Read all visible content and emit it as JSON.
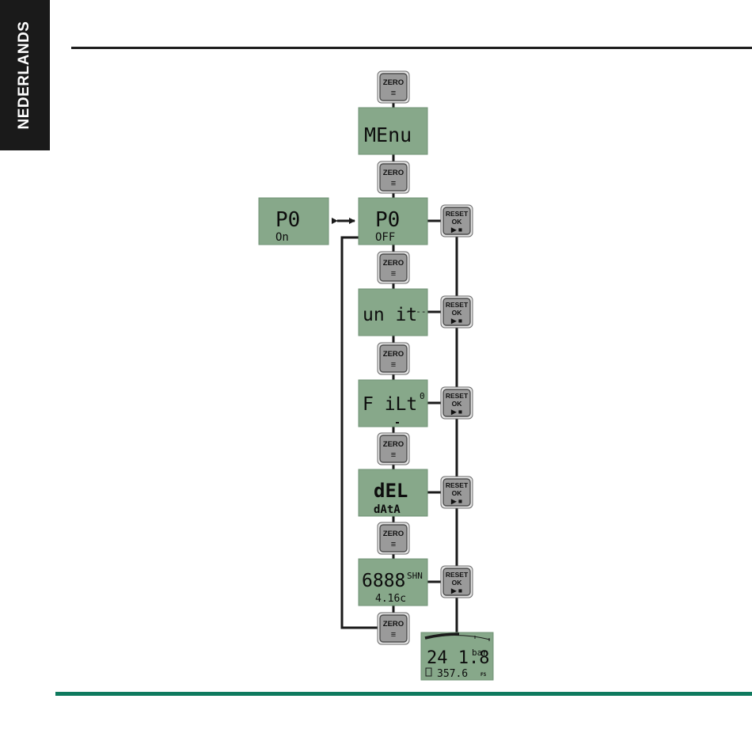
{
  "side_tab": {
    "label": "NEDERLANDS"
  },
  "buttons": {
    "zero": {
      "line1": "ZERO",
      "line2": "≡"
    },
    "reset": {
      "line1": "RESET",
      "line2": "OK",
      "line3": "▶ ■"
    }
  },
  "screens": {
    "menu": {
      "main": "MEnu"
    },
    "p0_on": {
      "main": "P0",
      "sub": "On"
    },
    "p0_off": {
      "main": "P0",
      "sub": "OFF"
    },
    "unit": {
      "main": "un it",
      "suffix": "----"
    },
    "filt": {
      "main": "F iLt",
      "suffix": "0"
    },
    "del": {
      "main": "dEL",
      "sub": "dAtA"
    },
    "version": {
      "main": "6888",
      "suffix": "SHN",
      "sub": "4.16c"
    },
    "measure": {
      "main": "24 1.8",
      "unit": "bar",
      "sub": "357.6",
      "tag": "FS"
    }
  },
  "colors": {
    "lcd": "#87a88a",
    "button": "#9a9a9a",
    "rule_green": "#0e7a5e",
    "tab": "#1a1a1a"
  }
}
